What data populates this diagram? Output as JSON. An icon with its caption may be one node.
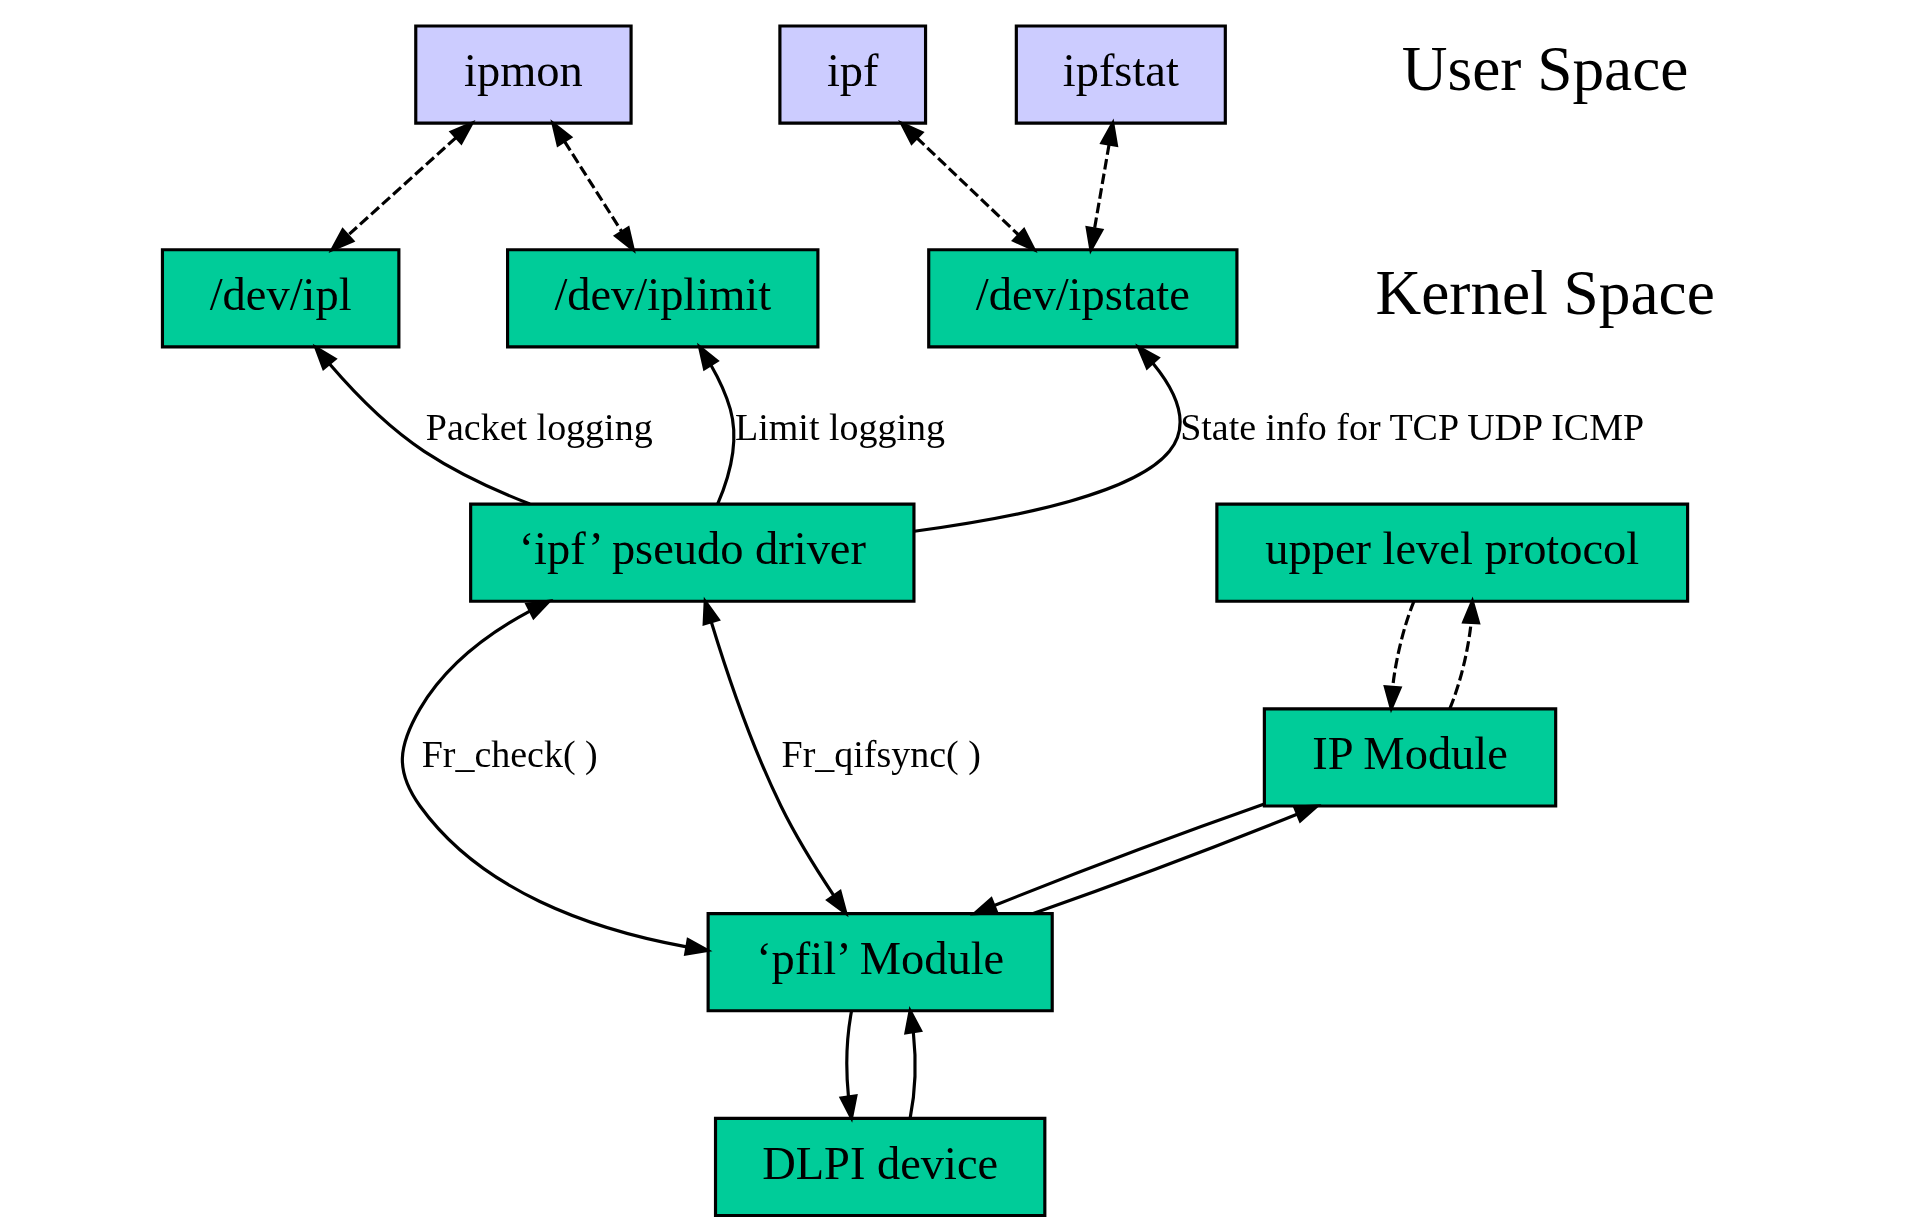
{
  "diagram": {
    "nodes": [
      {
        "text": [
          "ipmon"
        ]
      },
      {
        "text": [
          "ipf"
        ]
      },
      {
        "text": [
          "ipfstat"
        ]
      },
      {
        "text": [
          "/dev/ipl"
        ]
      },
      {
        "text": [
          "/dev/ipstate"
        ]
      },
      {
        "text": [
          "/dev/iplimit"
        ]
      },
      {
        "text": [
          "upper level protocol"
        ]
      },
      {
        "text": [
          "IP Module"
        ]
      },
      {
        "text": [
          "‘pfil’ Module"
        ]
      },
      {
        "text": [
          "DLPI device"
        ]
      },
      {
        "text": [
          "‘ipf’ pseudo driver"
        ]
      }
    ],
    "edges": [
      {
        "from": 0,
        "to": 3,
        "arrow": "both",
        "style": "dashed"
      },
      {
        "from": 1,
        "to": 4,
        "arrow": "both",
        "style": "dashed"
      },
      {
        "from": 2,
        "to": 4,
        "arrow": "both",
        "style": "dashed"
      },
      {
        "from": 0,
        "to": 5,
        "arrow": "both",
        "style": "dashed"
      },
      {
        "from": 6,
        "to": 7,
        "arrow": "to",
        "style": "dashed"
      },
      {
        "from": 7,
        "to": 6,
        "arrow": "to",
        "style": "dashed"
      },
      {
        "from": 7,
        "to": 8,
        "arrow": "to"
      },
      {
        "from": 8,
        "to": 7,
        "arrow": "to"
      },
      {
        "from": 8,
        "to": 9,
        "arrow": "to"
      },
      {
        "from": 9,
        "to": 8,
        "arrow": "to"
      },
      {
        "from": 8,
        "to": 10,
        "arrow": "both",
        "label": "Fr_check( )"
      },
      {
        "from": 8,
        "to": 10,
        "arrow": "both",
        "label": "Fr_qifsync( )"
      },
      {
        "from": 10,
        "to": 3,
        "arrow": "to",
        "label": "Packet logging"
      },
      {
        "from": 10,
        "to": 4,
        "arrow": "to",
        "label": "State info for TCP UDP ICMP"
      },
      {
        "from": 10,
        "to": 5,
        "arrow": "to",
        "label": "Limit logging"
      }
    ],
    "labels": [
      "User Space",
      "Kernel Space"
    ]
  }
}
